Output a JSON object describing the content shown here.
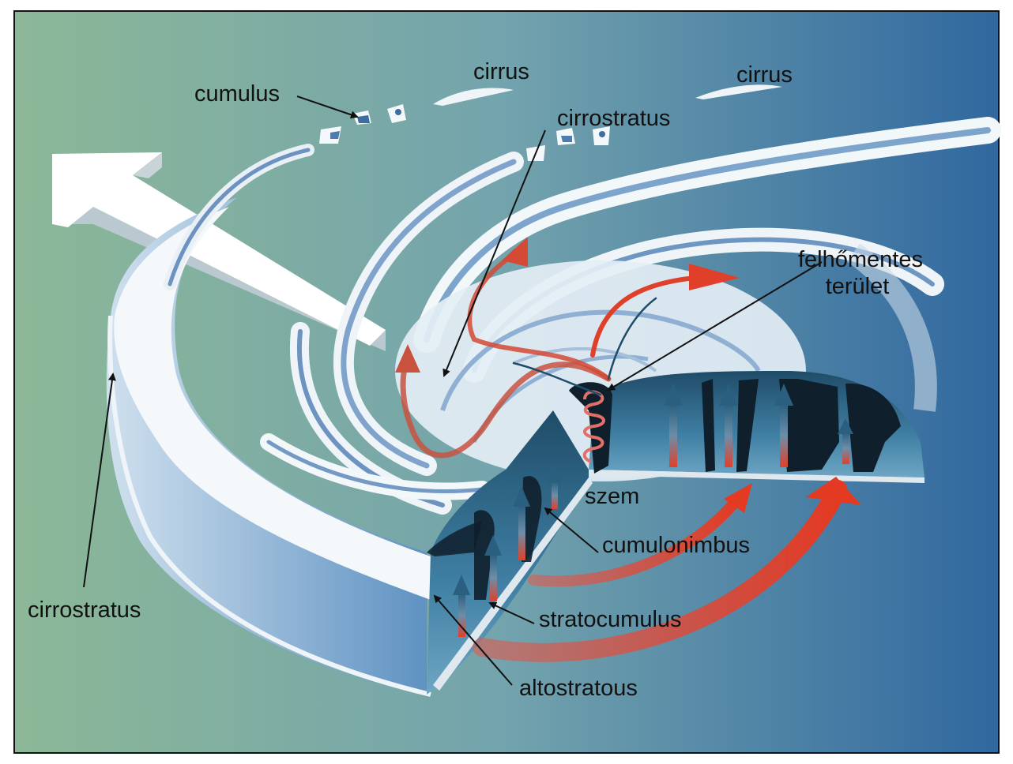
{
  "colors": {
    "background_left": "#8cb897",
    "background_right": "#30689f",
    "cloud_white": "#eef4f8",
    "cloud_blue": "#5a86b8",
    "wall_dark": "#0f1f2c",
    "wall_mid": "#2f6a8a",
    "airflow_red": "#e0402a"
  },
  "labels": {
    "cumulus": "cumulus",
    "cirrus_1": "cirrus",
    "cirrus_2": "cirrus",
    "cirrostratus_top": "cirrostratus",
    "cirrostratus_left": "cirrostratus",
    "felhomentes_line1": "felhőmentes",
    "felhomentes_line2": "terület",
    "szem": "szem",
    "cumulonimbus": "cumulonimbus",
    "stratocumulus": "stratocumulus",
    "altostratous": "altostratous"
  }
}
